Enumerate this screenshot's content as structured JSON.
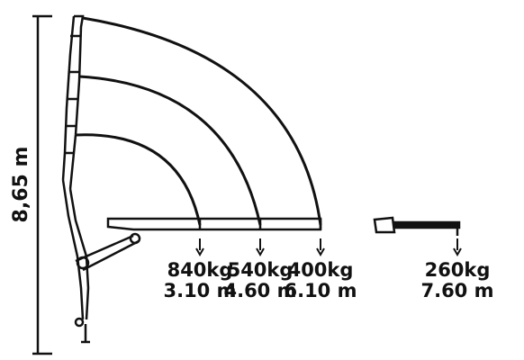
{
  "diagram": {
    "max_height_label": "8,65 m",
    "load_points": [
      {
        "load": "840kg",
        "reach": "3.10 m"
      },
      {
        "load": "540kg",
        "reach": "4.60 m"
      },
      {
        "load": "400kg",
        "reach": "6.10 m"
      },
      {
        "load": "260kg",
        "reach": "7.60 m"
      }
    ]
  },
  "colors": {
    "line": "#111111",
    "background": "#ffffff"
  }
}
